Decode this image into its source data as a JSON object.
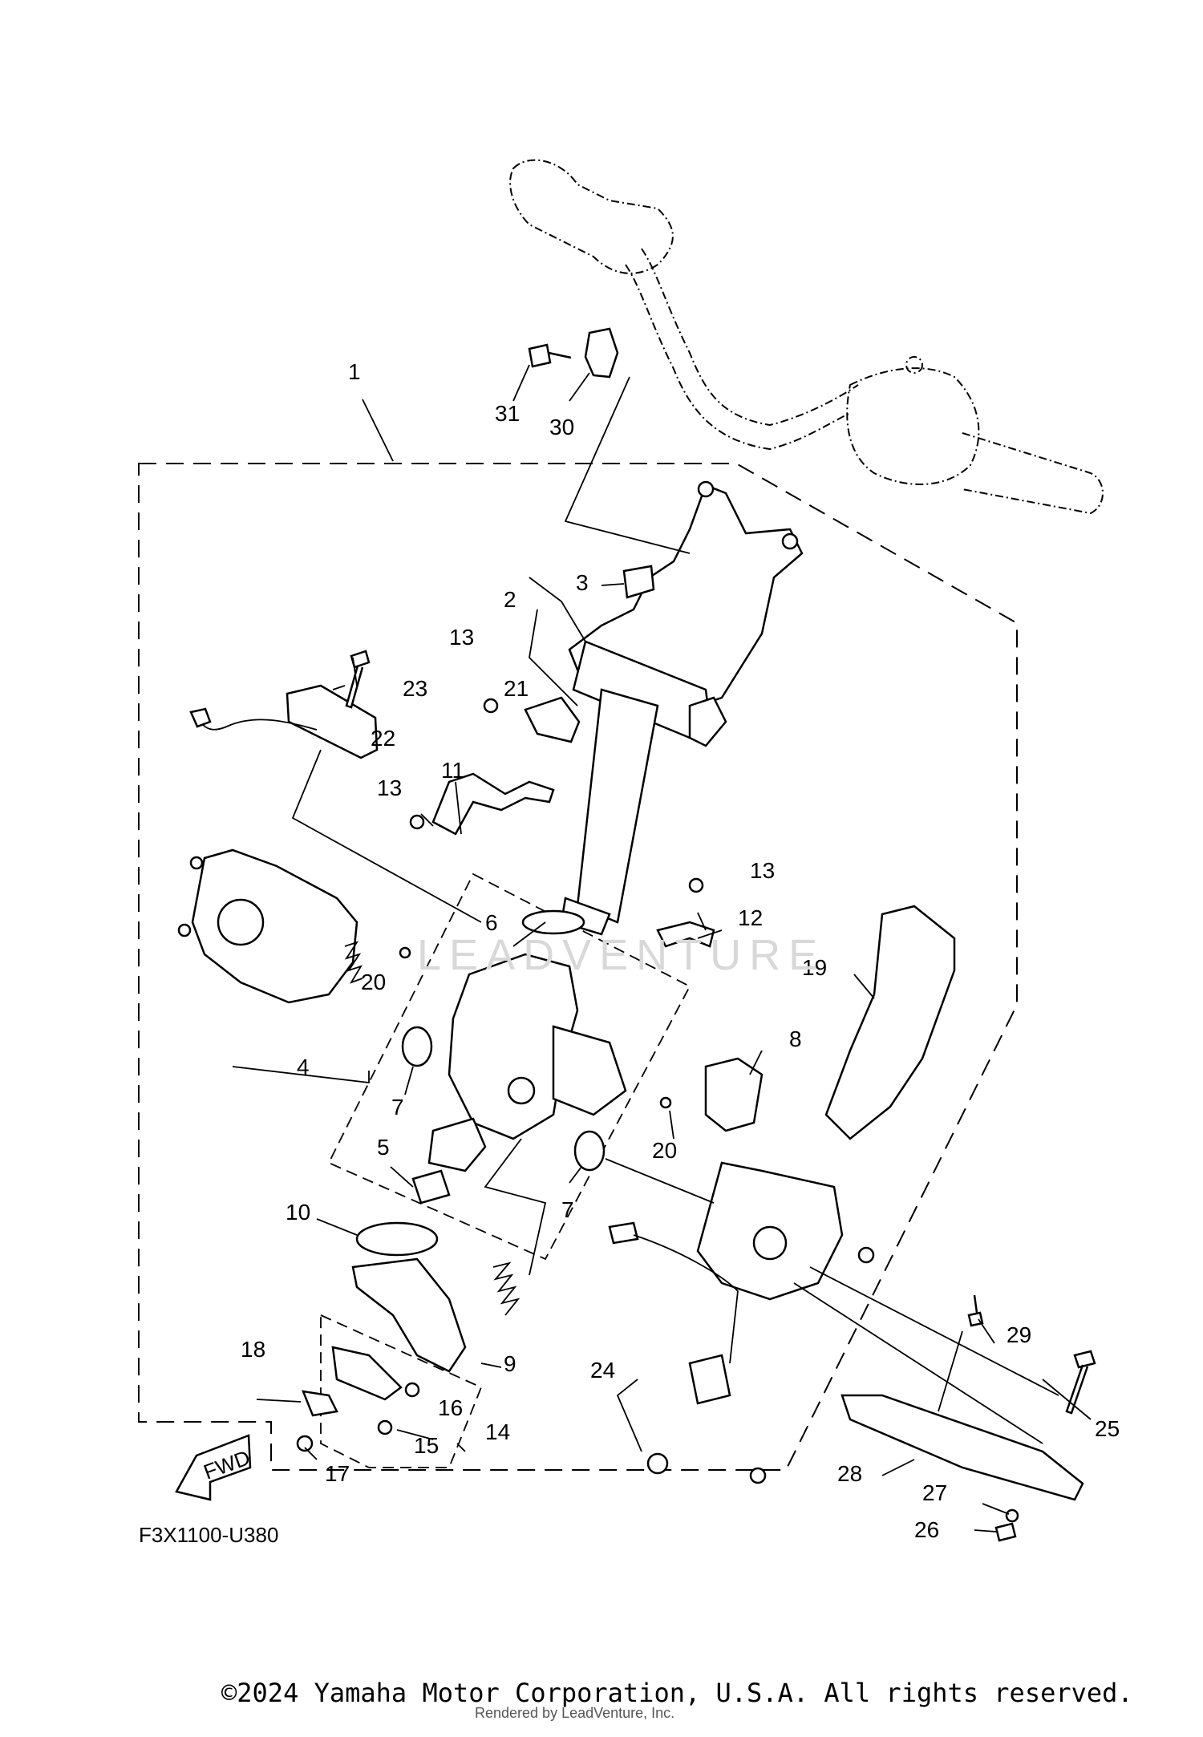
{
  "diagram": {
    "callouts": [
      "1",
      "2",
      "3",
      "4",
      "5",
      "6",
      "7",
      "7",
      "8",
      "9",
      "10",
      "11",
      "12",
      "13",
      "13",
      "13",
      "14",
      "15",
      "16",
      "17",
      "18",
      "19",
      "20",
      "20",
      "21",
      "22",
      "23",
      "24",
      "25",
      "26",
      "27",
      "28",
      "29",
      "30",
      "31"
    ],
    "fwd_label": "FWD",
    "figure_code": "F3X1100-U380",
    "watermark": "LEADVENTURE"
  },
  "footer": {
    "copyright": "©2024 Yamaha Motor Corporation, U.S.A. All rights reserved.",
    "rendered_by": "Rendered by LeadVenture, Inc."
  }
}
